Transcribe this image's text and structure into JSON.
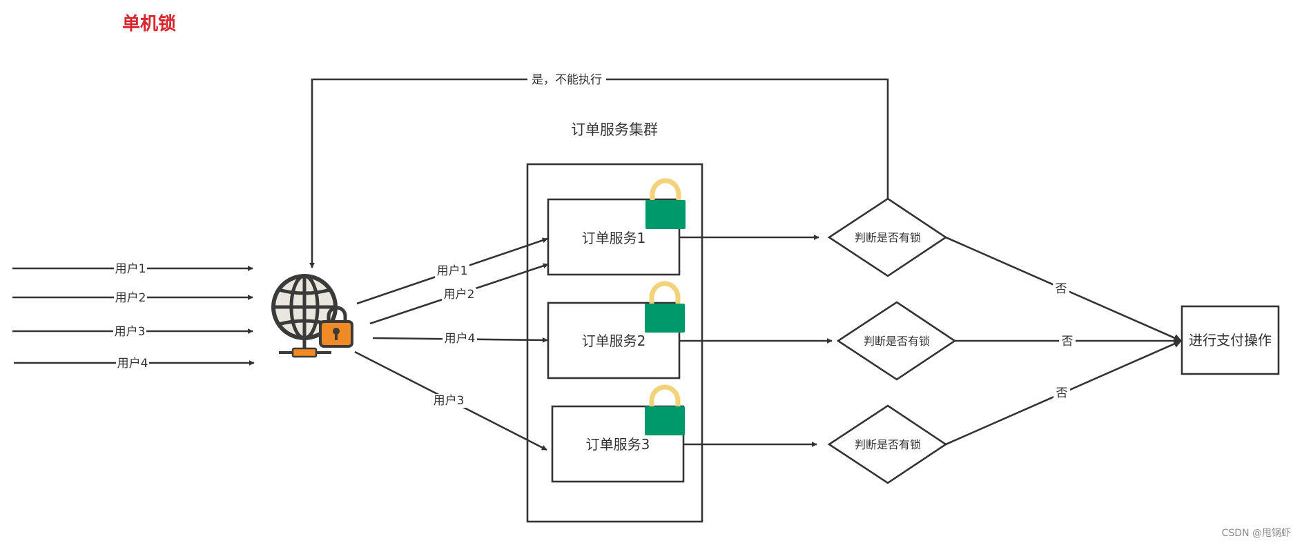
{
  "title": "单机锁",
  "cluster": {
    "label": "订单服务集群"
  },
  "users_in": [
    "用户1",
    "用户2",
    "用户3",
    "用户4"
  ],
  "routes": [
    {
      "label": "用户1",
      "target": "service_1"
    },
    {
      "label": "用户2",
      "target": "service_1"
    },
    {
      "label": "用户4",
      "target": "service_2"
    },
    {
      "label": "用户3",
      "target": "service_3"
    }
  ],
  "services": [
    "订单服务1",
    "订单服务2",
    "订单服务3"
  ],
  "decisions": [
    "判断是否有锁",
    "判断是否有锁",
    "判断是否有锁"
  ],
  "decision_no_label": "否",
  "feedback_label": "是，不能执行",
  "result": "进行支付操作",
  "icons": {
    "gateway": "globe-lock-icon",
    "service_lock": "padlock-icon"
  },
  "colors": {
    "title": "#d9262c",
    "lock_body": "#00996b",
    "lock_shackle": "#f2d27a",
    "gateway_lock": "#f08a24"
  },
  "watermark": "CSDN @甩锅虾"
}
